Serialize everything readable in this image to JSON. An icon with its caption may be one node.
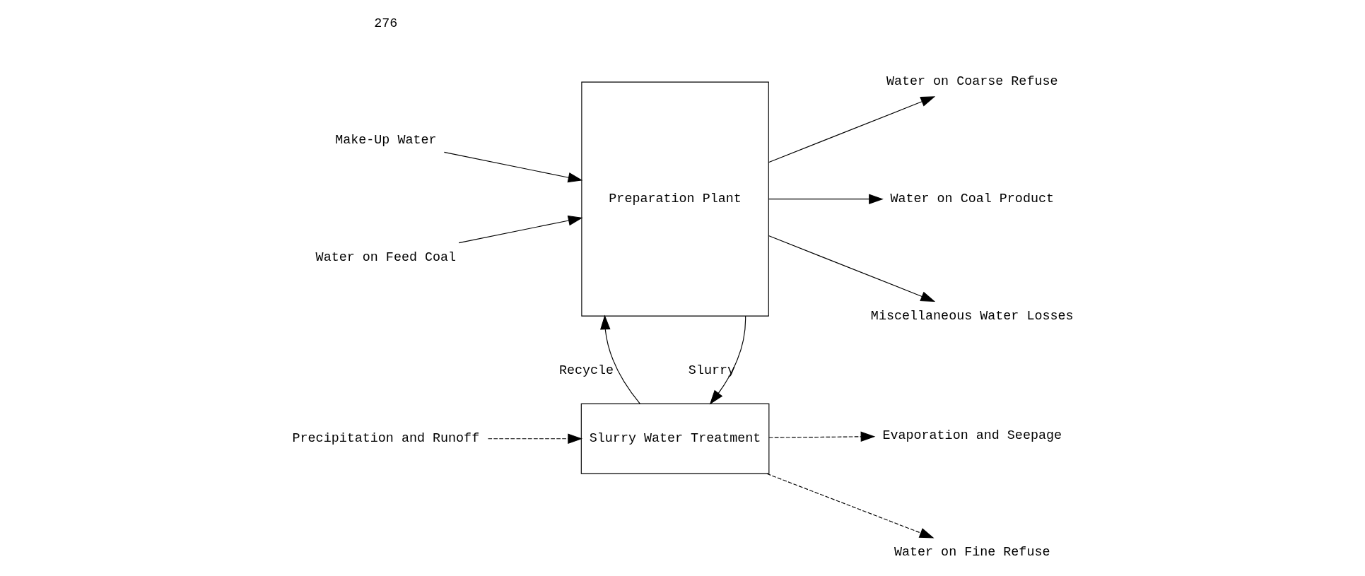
{
  "diagram": {
    "nodes": [
      {
        "text": [
          "Preparation Plant"
        ]
      },
      {
        "text": [
          "Slurry Water Treatment"
        ]
      },
      {
        "text": [
          "Make-Up Water"
        ]
      },
      {
        "text": [
          "Water on Feed Coal"
        ]
      },
      {
        "text": [
          "Precipitation and Runoff"
        ]
      },
      {
        "text": [
          "Water on Coarse Refuse"
        ]
      },
      {
        "text": [
          "Water on Coal Product"
        ]
      },
      {
        "text": [
          "Miscellaneous Water Losses"
        ]
      },
      {
        "text": [
          "Evaporation and Seepage"
        ]
      },
      {
        "text": [
          "Water on Fine Refuse"
        ]
      }
    ],
    "edges": [
      {
        "from": 2,
        "to": 0,
        "arrow": "to"
      },
      {
        "from": 3,
        "to": 0,
        "arrow": "to"
      },
      {
        "from": 0,
        "to": 5,
        "arrow": "to"
      },
      {
        "from": 0,
        "to": 6,
        "arrow": "to"
      },
      {
        "from": 0,
        "to": 7,
        "arrow": "to"
      },
      {
        "from": 0,
        "to": 1,
        "arrow": "to",
        "label": "Slurry"
      },
      {
        "from": 1,
        "to": 0,
        "arrow": "to",
        "label": "Recycle"
      },
      {
        "from": 4,
        "to": 1,
        "arrow": "to",
        "style": "dashed"
      },
      {
        "from": 1,
        "to": 8,
        "arrow": "to",
        "style": "dashed"
      },
      {
        "from": 1,
        "to": 9,
        "arrow": "to",
        "style": "dashed"
      }
    ],
    "labels": [
      "276"
    ]
  }
}
